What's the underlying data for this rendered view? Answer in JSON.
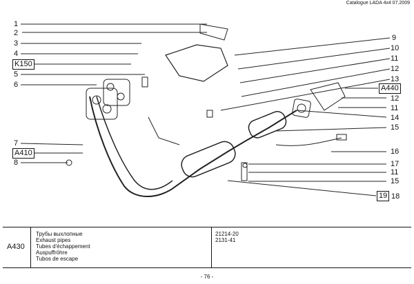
{
  "header": {
    "catalog": "Catalogue LADA 4x4 07.2009"
  },
  "callouts_left": [
    "1",
    "2",
    "3",
    "4",
    "K150",
    "5",
    "6",
    "7",
    "A410",
    "8"
  ],
  "callouts_right": [
    "9",
    "10",
    "11",
    "12",
    "13",
    "A440",
    "12",
    "11",
    "14",
    "15",
    "16",
    "17",
    "11",
    "15",
    "19",
    "18"
  ],
  "footer": {
    "code": "A430",
    "descriptions": [
      "Трубы выхлопные",
      "Exhaust pipes",
      "Tubes d'échappement",
      "Auspuffröhre",
      "Tubos de escape"
    ],
    "models": [
      "21214-20",
      "2131-41"
    ]
  },
  "page": "- 76 -"
}
